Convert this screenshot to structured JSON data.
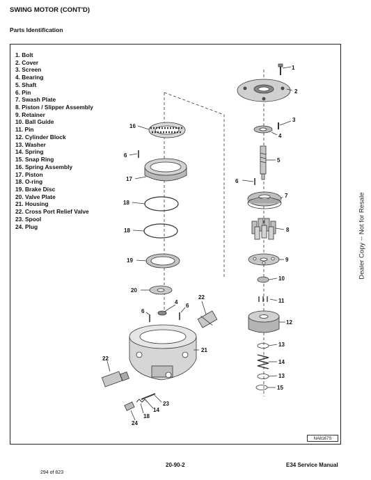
{
  "header": {
    "section_title": "SWING MOTOR (CONT'D)",
    "subtitle": "Parts Identification"
  },
  "parts": [
    "1. Bolt",
    "2. Cover",
    "3. Screen",
    "4. Bearing",
    "5. Shaft",
    "6. Pin",
    "7. Swash Plate",
    "8. Piston / Slipper Assembly",
    "9. Retainer",
    "10. Ball Guide",
    "11. Pin",
    "12. Cylinder Block",
    "13. Washer",
    "14. Spring",
    "15. Snap Ring",
    "16. Spring Assembly",
    "17. Piston",
    "18. O-ring",
    "19. Brake Disc",
    "20. Valve Plate",
    "21. Housing",
    "22. Cross Port Relief Valve",
    "23. Spool",
    "24. Plug"
  ],
  "callouts": {
    "c1": "1",
    "c2": "2",
    "c3": "3",
    "c4a": "4",
    "c5": "5",
    "c6a": "6",
    "c7": "7",
    "c8": "8",
    "c9": "9",
    "c10": "10",
    "c11": "11",
    "c12": "12",
    "c13a": "13",
    "c14a": "14",
    "c13b": "13",
    "c15": "15",
    "c16": "16",
    "c6b": "6",
    "c17": "17",
    "c18a": "18",
    "c18b": "18",
    "c19": "19",
    "c20": "20",
    "c4b": "4",
    "c22a": "22",
    "c6c": "6",
    "c6d": "6",
    "c21": "21",
    "c22b": "22",
    "c23": "23",
    "c14b": "14",
    "c18c": "18",
    "c24": "24"
  },
  "side_note": "Dealer Copy -- Not for Resale",
  "figure_id": "NA8167S",
  "footer": {
    "page_ref": "20-90-2",
    "manual": "E34 Service Manual",
    "page_count": "294 of 823"
  }
}
